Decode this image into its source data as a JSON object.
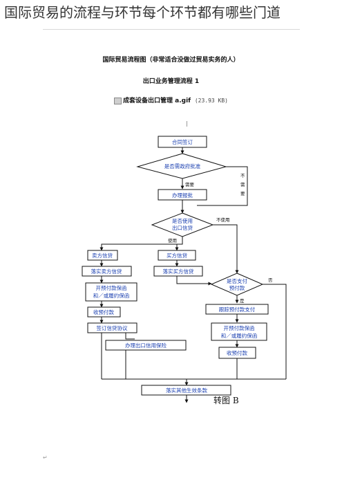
{
  "page_title": "国际贸易的流程与环节每个环节都有哪些门道",
  "doc_heading": "国际贸易流程图（非常适合没做过贸易实务的人）",
  "sub_heading": "出口业务管理流程 1",
  "file": {
    "name": "成套设备出口管理 a.gif",
    "size": "(23.93 KB)"
  },
  "flow": {
    "contract": "合同签订",
    "need_approval": "是否需政府批准",
    "need_label": "需要",
    "no_need_label": "不需要",
    "handle_approval": "办理报批",
    "use_credit_1": "是否使用",
    "use_credit_2": "出口信贷",
    "use_label": "使用",
    "not_use_label": "不使用",
    "seller_credit": "卖方信贷",
    "buyer_credit": "买方信贷",
    "impl_seller": "落实卖方信贷",
    "impl_buyer": "落实买方信贷",
    "open_lg_1": "开预付款保函",
    "open_lg_2": "和／或履约保函",
    "collect_advance": "收预付款",
    "sign_credit": "签订信贷协议",
    "handle_insurance": "办理出口信用保险",
    "advance_q_1": "是否支付",
    "advance_q_2": "预付款",
    "yes_label": "是",
    "no_label": "否",
    "track_advance": "跟踪预付款支付",
    "open_lg2_1": "开预付款保函",
    "open_lg2_2": "和／或履约保函",
    "collect_advance_2": "收预付款",
    "effect_terms": "落实其他生效条款"
  },
  "caption": "转图 B",
  "stray_mark": "↵"
}
